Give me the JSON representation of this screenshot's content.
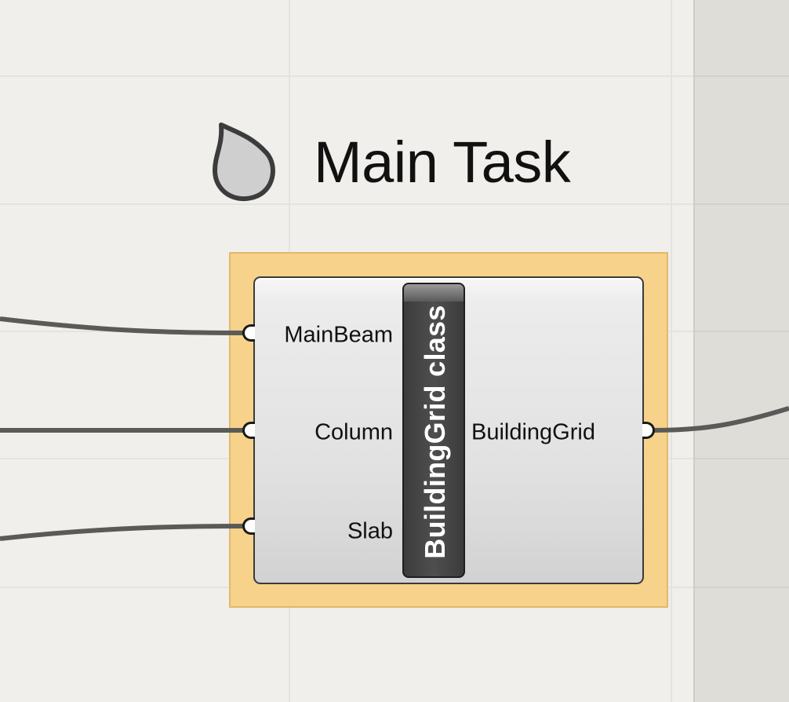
{
  "group": {
    "title": "Main Task",
    "color": "#f6d28a",
    "icon": "group-drop-icon"
  },
  "component": {
    "name": "BuildingGrid class",
    "inputs": [
      {
        "label": "MainBeam"
      },
      {
        "label": "Column"
      },
      {
        "label": "Slab"
      }
    ],
    "outputs": [
      {
        "label": "BuildingGrid"
      }
    ]
  },
  "colors": {
    "canvas": "#f0efec",
    "wire": "#5a5a58",
    "component_name_strip": "#444444"
  }
}
